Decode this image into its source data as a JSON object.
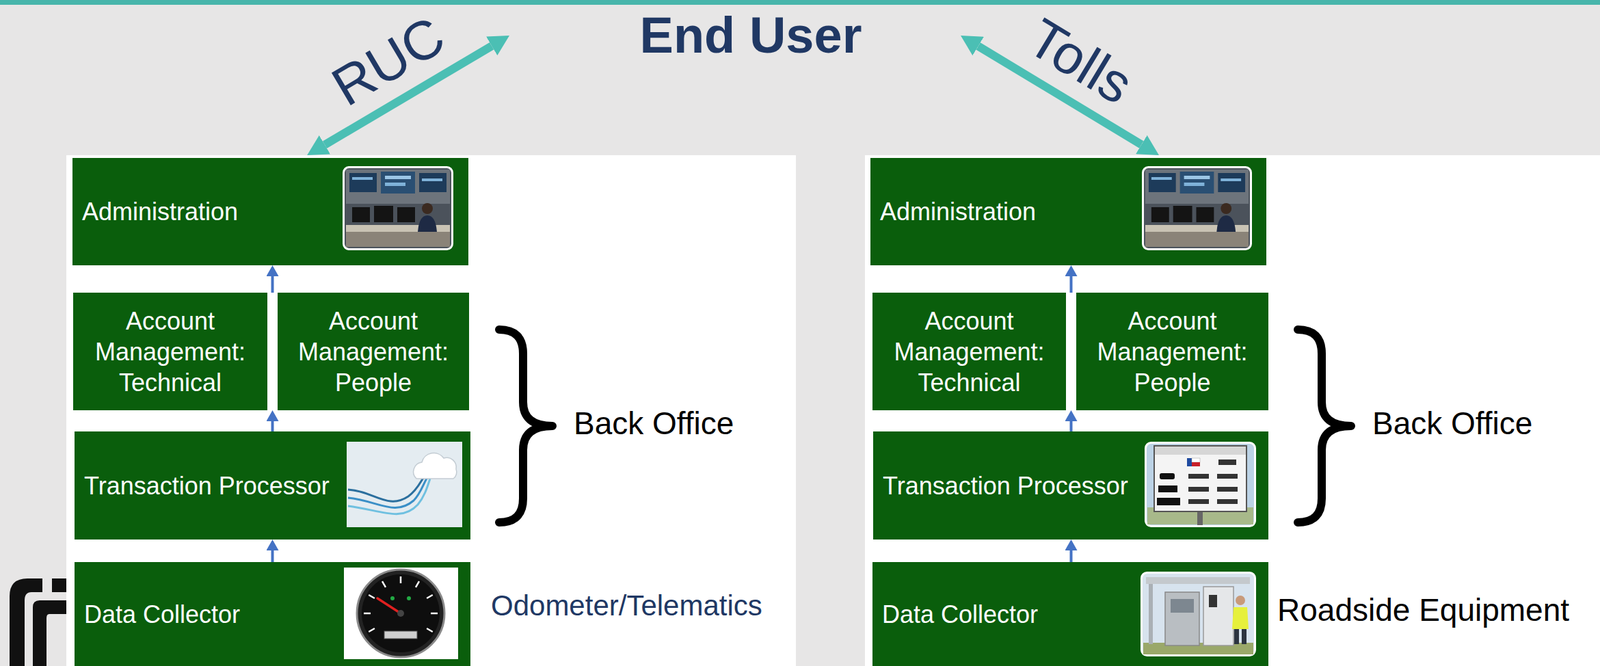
{
  "diagram": {
    "nodes": [
      {
        "text": [
          "End User"
        ]
      },
      {
        "text": [
          "Back Office",
          "Odometer/Telematics"
        ]
      },
      {
        "text": [
          "Administration"
        ],
        "in": 1
      },
      {
        "text": [
          "Account Management: Technical"
        ],
        "in": 1
      },
      {
        "text": [
          "Account Management: People"
        ],
        "in": 1
      },
      {
        "text": [
          "Transaction Processor"
        ],
        "in": 1
      },
      {
        "text": [
          "Data Collector"
        ],
        "in": 1
      },
      {
        "text": [
          "Back Office",
          "Roadside Equipment"
        ]
      },
      {
        "text": [
          "Administration"
        ],
        "in": 7
      },
      {
        "text": [
          "Account Management: Technical"
        ],
        "in": 7
      },
      {
        "text": [
          "Account Management: People"
        ],
        "in": 7
      },
      {
        "text": [
          "Transaction Processor"
        ],
        "in": 7
      },
      {
        "text": [
          "Data Collector"
        ],
        "in": 7
      }
    ],
    "edges": [
      {
        "from": 0,
        "to": 1,
        "label": "RUC",
        "arrow": "both"
      },
      {
        "from": 0,
        "to": 7,
        "label": "Tolls",
        "arrow": "both"
      },
      {
        "from": 6,
        "to": 5,
        "arrow": "to"
      },
      {
        "from": 5,
        "to": 3,
        "arrow": "to"
      },
      {
        "from": 3,
        "to": 2,
        "arrow": "to"
      },
      {
        "from": 12,
        "to": 11,
        "arrow": "to"
      },
      {
        "from": 11,
        "to": 9,
        "arrow": "to"
      },
      {
        "from": 9,
        "to": 8,
        "arrow": "to"
      }
    ]
  }
}
